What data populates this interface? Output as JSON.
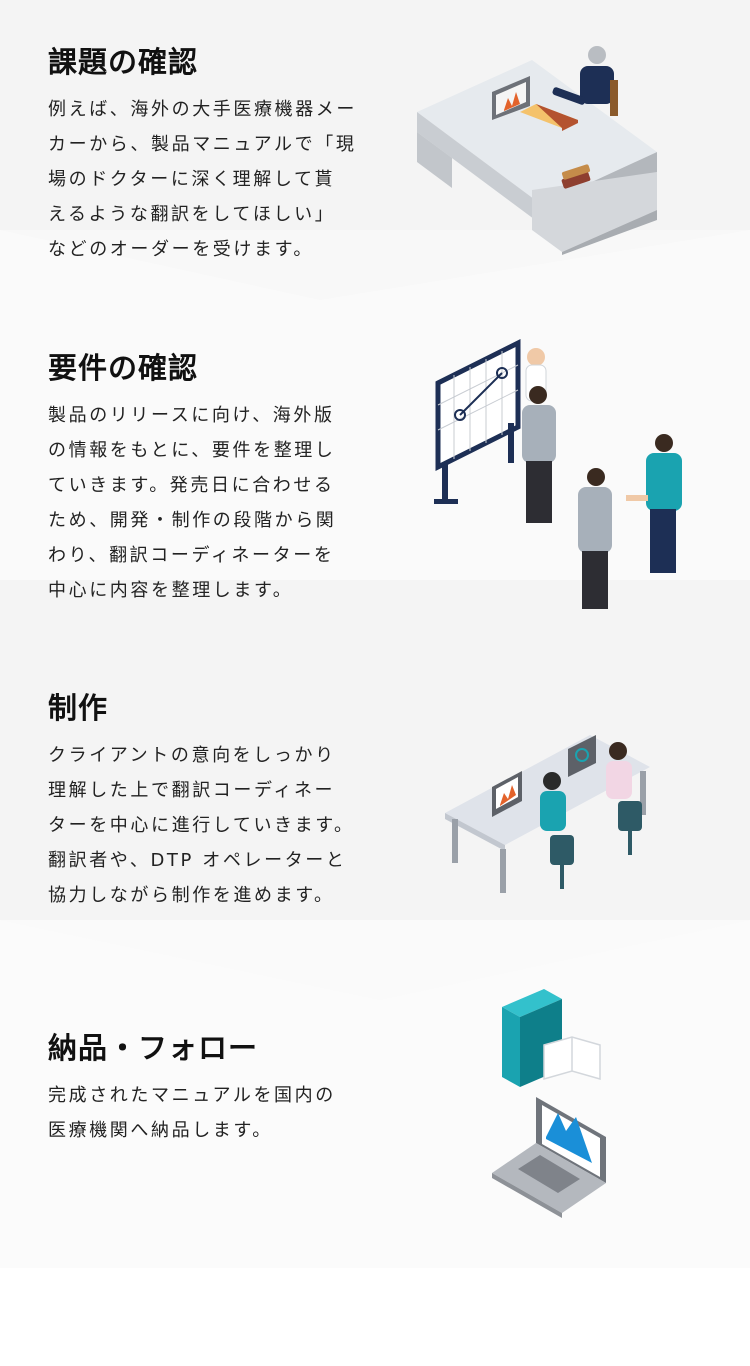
{
  "steps": [
    {
      "title": "課題の確認",
      "lines": [
        "例えば、海外の大手医療機器メー",
        "カーから、製品マニュアルで「現",
        "場のドクターに深く理解して貰",
        "えるような翻訳をしてほしい」",
        "などのオーダーを受けます。"
      ],
      "illustration": "meeting-desk-icon"
    },
    {
      "title": "要件の確認",
      "lines": [
        "製品のリリースに向け、海外版",
        "の情報をもとに、要件を整理し",
        "ていきます。発売日に合わせる",
        "ため、開発・制作の段階から関",
        "わり、翻訳コーディネーターを",
        "中心に内容を整理します。"
      ],
      "illustration": "whiteboard-team-icon"
    },
    {
      "title": "制作",
      "lines": [
        "クライアントの意向をしっかり",
        "理解した上で翻訳コーディネー",
        "ターを中心に進行していきます。",
        "翻訳者や、DTP オペレーターと",
        "協力しながら制作を進めます。"
      ],
      "illustration": "workstation-team-icon"
    },
    {
      "title": "納品・フォロー",
      "lines": [
        "完成されたマニュアルを国内の",
        "医療機関へ納品します。"
      ],
      "illustration": "manual-laptop-icon"
    }
  ],
  "colors": {
    "band": "#f4f4f4",
    "accent_teal": "#1aa3b0",
    "navy": "#1d2f55"
  }
}
